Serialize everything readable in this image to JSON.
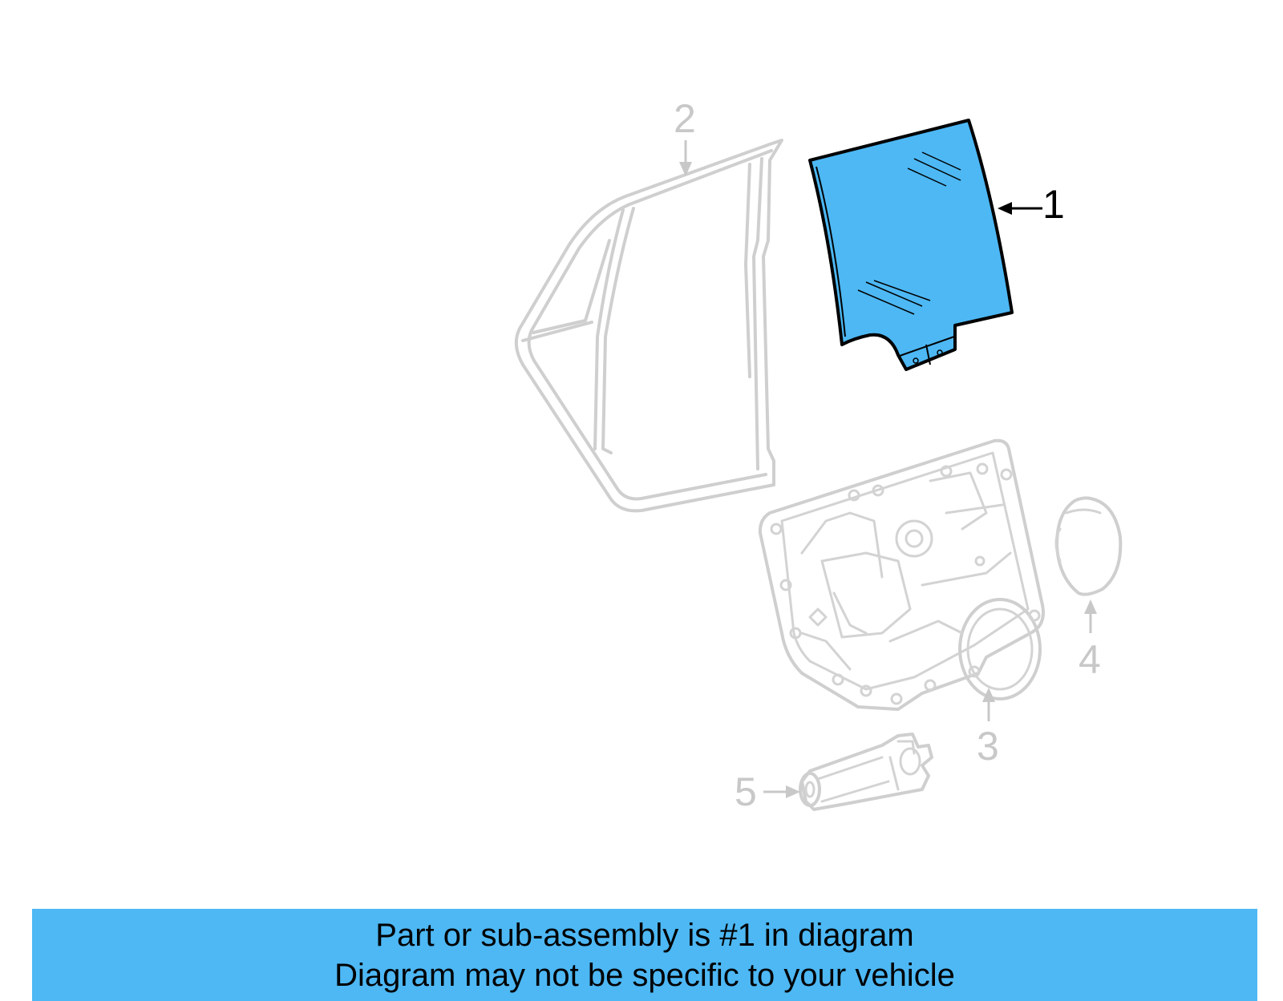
{
  "callouts": {
    "c1": "1",
    "c2": "2",
    "c3": "3",
    "c4": "4",
    "c5": "5"
  },
  "colors": {
    "highlight": "#4db8f4",
    "faded_part": "#cfcfcf",
    "outline": "#000000"
  },
  "banner": {
    "line1": "Part or sub-assembly is #1 in diagram",
    "line2": "Diagram may not be specific to your vehicle"
  }
}
